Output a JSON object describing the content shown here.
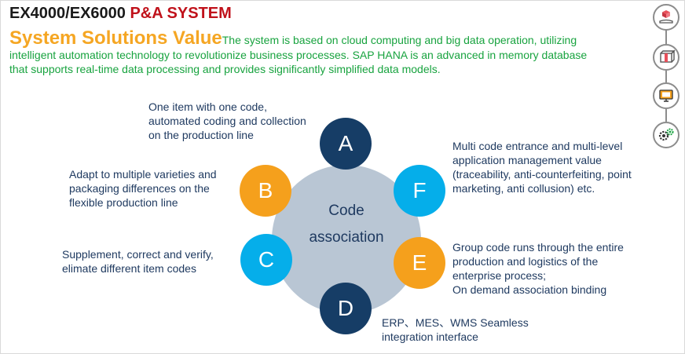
{
  "header": {
    "title_prefix": "EX4000/EX6000 ",
    "title_suffix": "P&A SYSTEM"
  },
  "solutions": {
    "heading": "System Solutions Value",
    "body": "The system is based on cloud computing and big data operation, utilizing intelligent automation technology to revolutionize business processes. SAP HANA is an advanced in memory database that supports real-time data processing and provides significantly simplified data models."
  },
  "hub": {
    "line1": "Code",
    "line2": "association"
  },
  "nodes": [
    {
      "letter": "A",
      "lines": [
        "One item with one code,",
        "automated coding and collection",
        "on the production line"
      ]
    },
    {
      "letter": "B",
      "lines": [
        "Adapt to multiple varieties and",
        "packaging differences on the",
        "flexible production line"
      ]
    },
    {
      "letter": "C",
      "lines": [
        "Supplement, correct and verify,",
        "elimate different item codes"
      ]
    },
    {
      "letter": "D",
      "lines": [
        "ERP、MES、WMS Seamless",
        "integration interface"
      ]
    },
    {
      "letter": "E",
      "lines": [
        "Group code runs through the entire",
        "production and logistics of the",
        "enterprise process;",
        "On demand association binding"
      ]
    },
    {
      "letter": "F",
      "lines": [
        "Multi code entrance and multi-level",
        "application management value",
        "(traceability, anti-counterfeiting, point",
        "marketing, anti collusion) etc."
      ]
    }
  ],
  "sidebar": {
    "icons": [
      "product-box-icon",
      "package-icon",
      "monitor-icon",
      "settings-gears-icon"
    ]
  },
  "colors": {
    "navy": "#163d66",
    "orange": "#f5a01c",
    "sky": "#05aeea",
    "hub": "#b9c6d4",
    "title_red": "#c0121b",
    "heading_orange": "#f5a623",
    "body_green": "#18a33f"
  }
}
